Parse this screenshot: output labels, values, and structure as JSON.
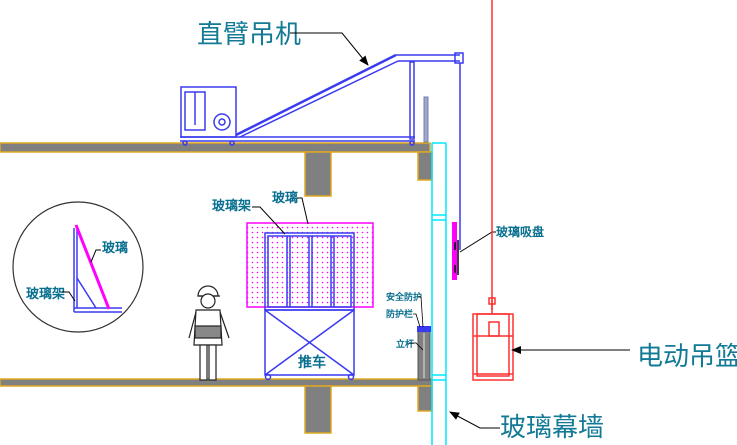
{
  "diagram": {
    "title": "玻璃幕墙安装示意",
    "labels": {
      "crane": "直臂吊机",
      "glass_top": "玻璃",
      "glass_rack_top": "玻璃架",
      "glass_circle": "玻璃",
      "glass_rack_circle": "玻璃架",
      "cart": "推车",
      "suction_cup": "玻璃吸盘",
      "safety_guard": "安全防护",
      "guard_rail": "防护栏",
      "pole": "立杆",
      "gondola": "电动吊篮",
      "curtain_wall": "玻璃幕墙"
    },
    "colors": {
      "equipment": "#3a3af0",
      "glass": "#ff00ff",
      "gondola": "#ff3030",
      "curtain_wall": "#00e5ff",
      "slab": "#808080",
      "slab_edge": "#e0a820",
      "label": "#0a7090"
    }
  }
}
